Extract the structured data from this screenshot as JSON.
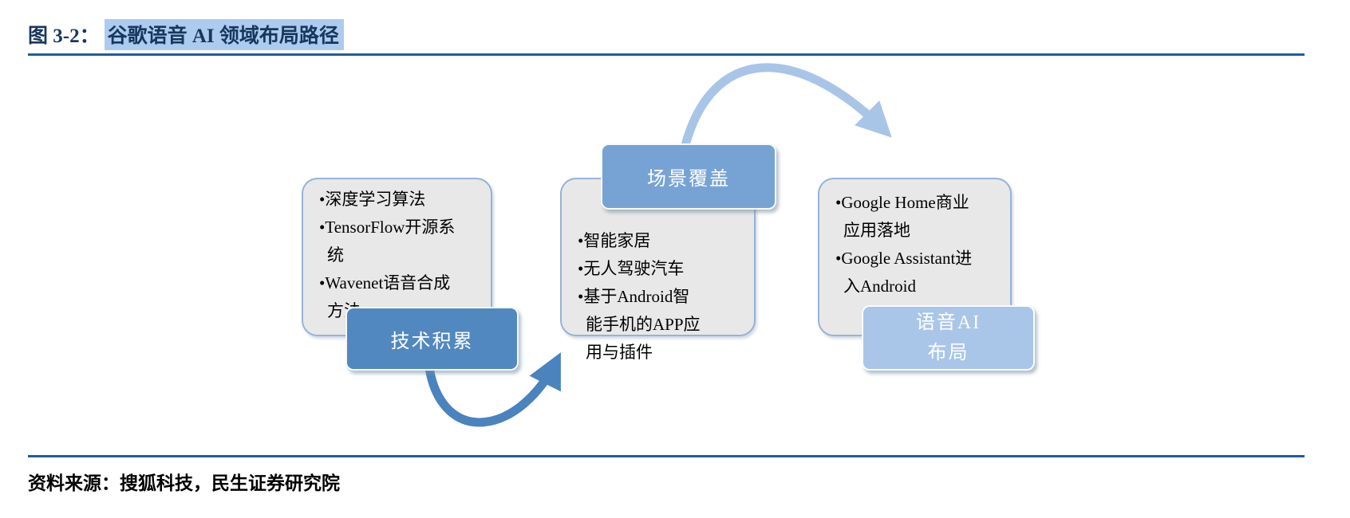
{
  "figure": {
    "label": "图 3-2：",
    "title": "谷歌语音 AI 领域布局路径"
  },
  "stages": [
    {
      "label_lines": [
        "技术积累"
      ],
      "items": [
        "深度学习算法",
        "TensorFlow开源系统",
        "Wavenet语音合成方法"
      ]
    },
    {
      "label_lines": [
        "场景覆盖"
      ],
      "items": [
        "智能家居",
        "无人驾驶汽车",
        "基于Android智能手机的APP应用与插件"
      ]
    },
    {
      "label_lines": [
        "语音AI",
        "布局"
      ],
      "items": [
        "Google Home商业应用落地",
        "Google Assistant进入Android"
      ]
    }
  ],
  "source": "资料来源：搜狐科技，民生证券研究院",
  "colors": {
    "title_navy": "#17375E",
    "title_highlight": "#ADCBEE",
    "rule_blue": "#1F5CA0",
    "box_fill": "#E9E8E8",
    "box_border": "#95B3D7",
    "stage1_blue": "#5188BF",
    "stage2_blue": "#76A3D4",
    "stage3_blue": "#A9C6E9",
    "arrow1_blue": "#4A83BD",
    "arrow2_blue": "#A8C5E8"
  }
}
